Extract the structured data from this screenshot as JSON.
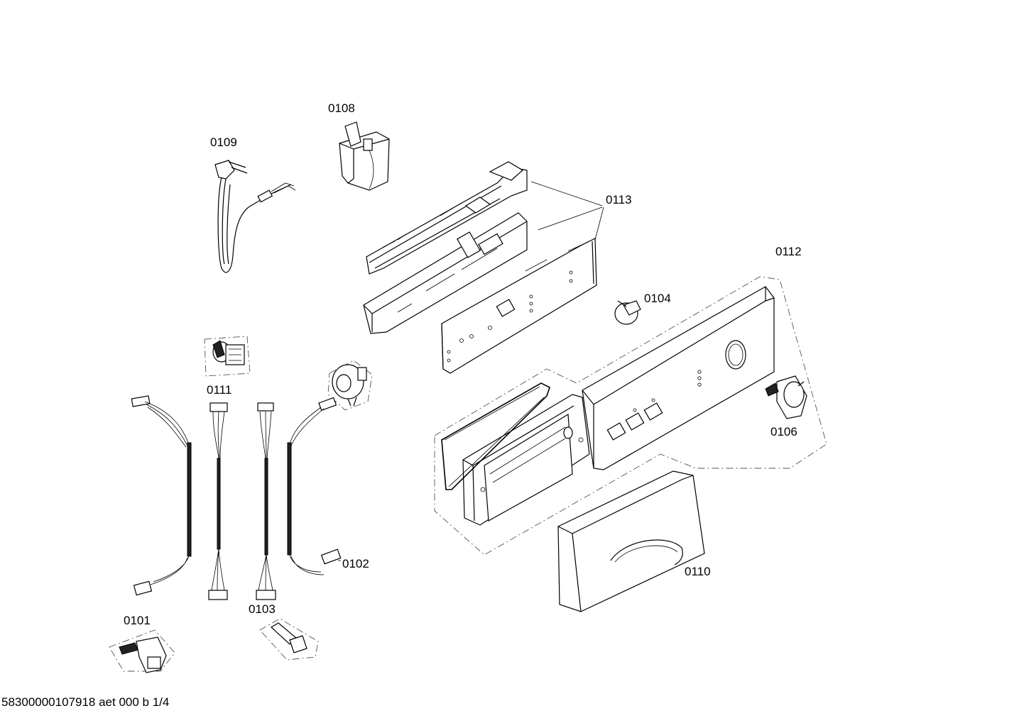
{
  "parts": {
    "p0101": "0101",
    "p0102": "0102",
    "p0103": "0103",
    "p0104": "0104",
    "p0106": "0106",
    "p0108": "0108",
    "p0109": "0109",
    "p0110": "0110",
    "p0111": "0111",
    "p0112": "0112",
    "p0113": "0113"
  },
  "footer": {
    "doc_ref": "58300000107918 aet 000 b 1/4"
  }
}
